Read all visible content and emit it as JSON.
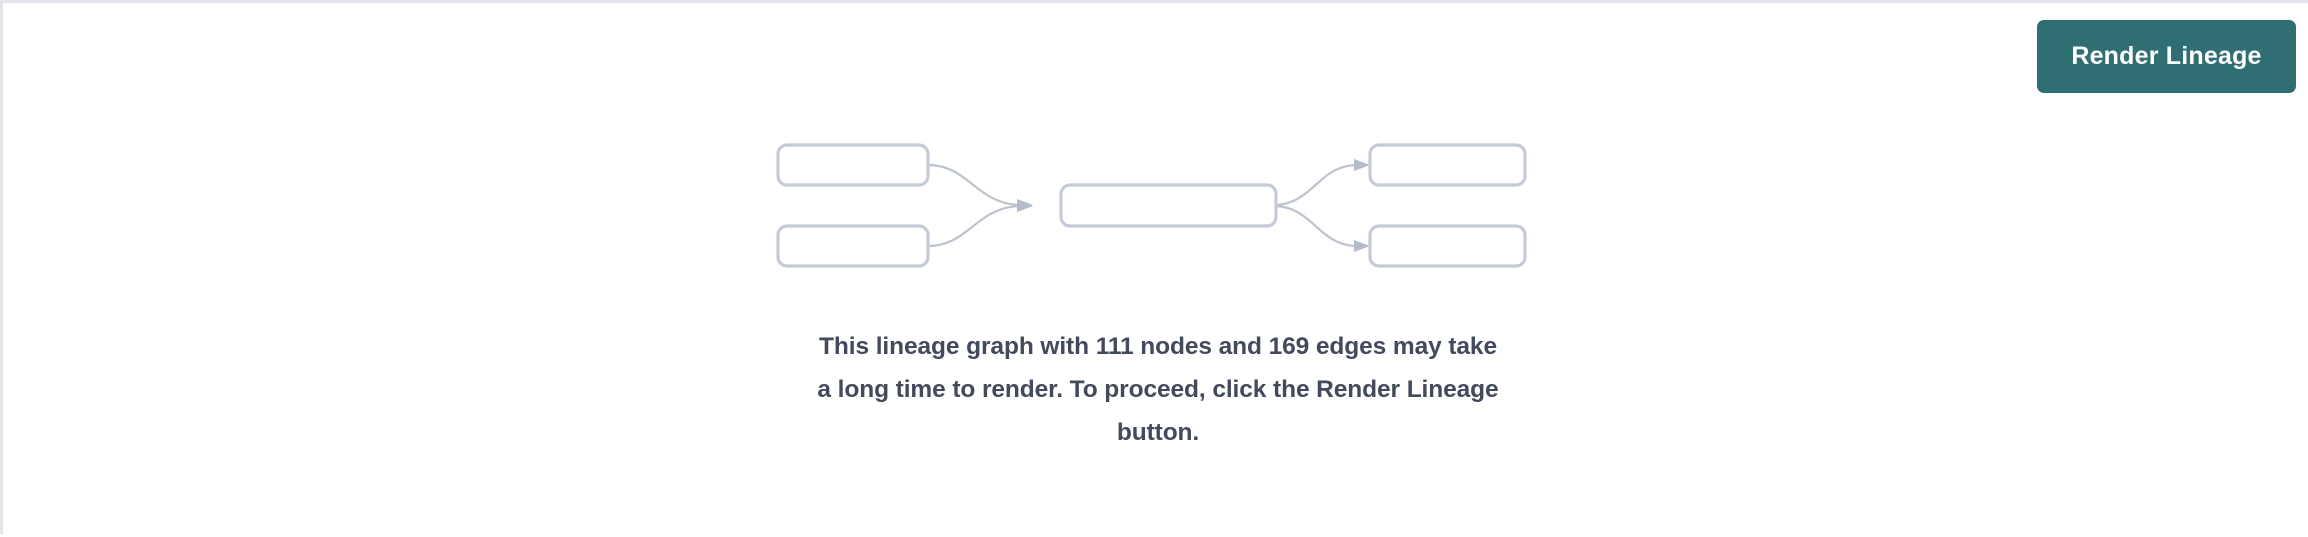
{
  "page": {
    "background_color": "#ffffff",
    "border_color": "#e3e5ea"
  },
  "toolbar": {
    "render_lineage_label": "Render Lineage",
    "button_color": "#2f6e73",
    "button_text_color": "#ffffff"
  },
  "placeholder_graph": {
    "node_border_color": "#c5cbd6",
    "node_fill_color": "#ffffff",
    "edge_color": "#bcc3cf",
    "nodes": [
      {
        "id": "left-top",
        "label": ""
      },
      {
        "id": "left-bottom",
        "label": ""
      },
      {
        "id": "center",
        "label": ""
      },
      {
        "id": "right-top",
        "label": ""
      },
      {
        "id": "right-bottom",
        "label": ""
      }
    ],
    "edges": [
      {
        "from": "left-top",
        "to": "center"
      },
      {
        "from": "left-bottom",
        "to": "center"
      },
      {
        "from": "center",
        "to": "right-top"
      },
      {
        "from": "center",
        "to": "right-bottom"
      }
    ]
  },
  "message": {
    "text_color": "#434a5c",
    "node_count": "111",
    "edge_count": "169",
    "lines": [
      "This lineage graph with 111 nodes and 169 edges may take",
      "a long time to render. To proceed, click the Render Lineage",
      "button."
    ]
  }
}
